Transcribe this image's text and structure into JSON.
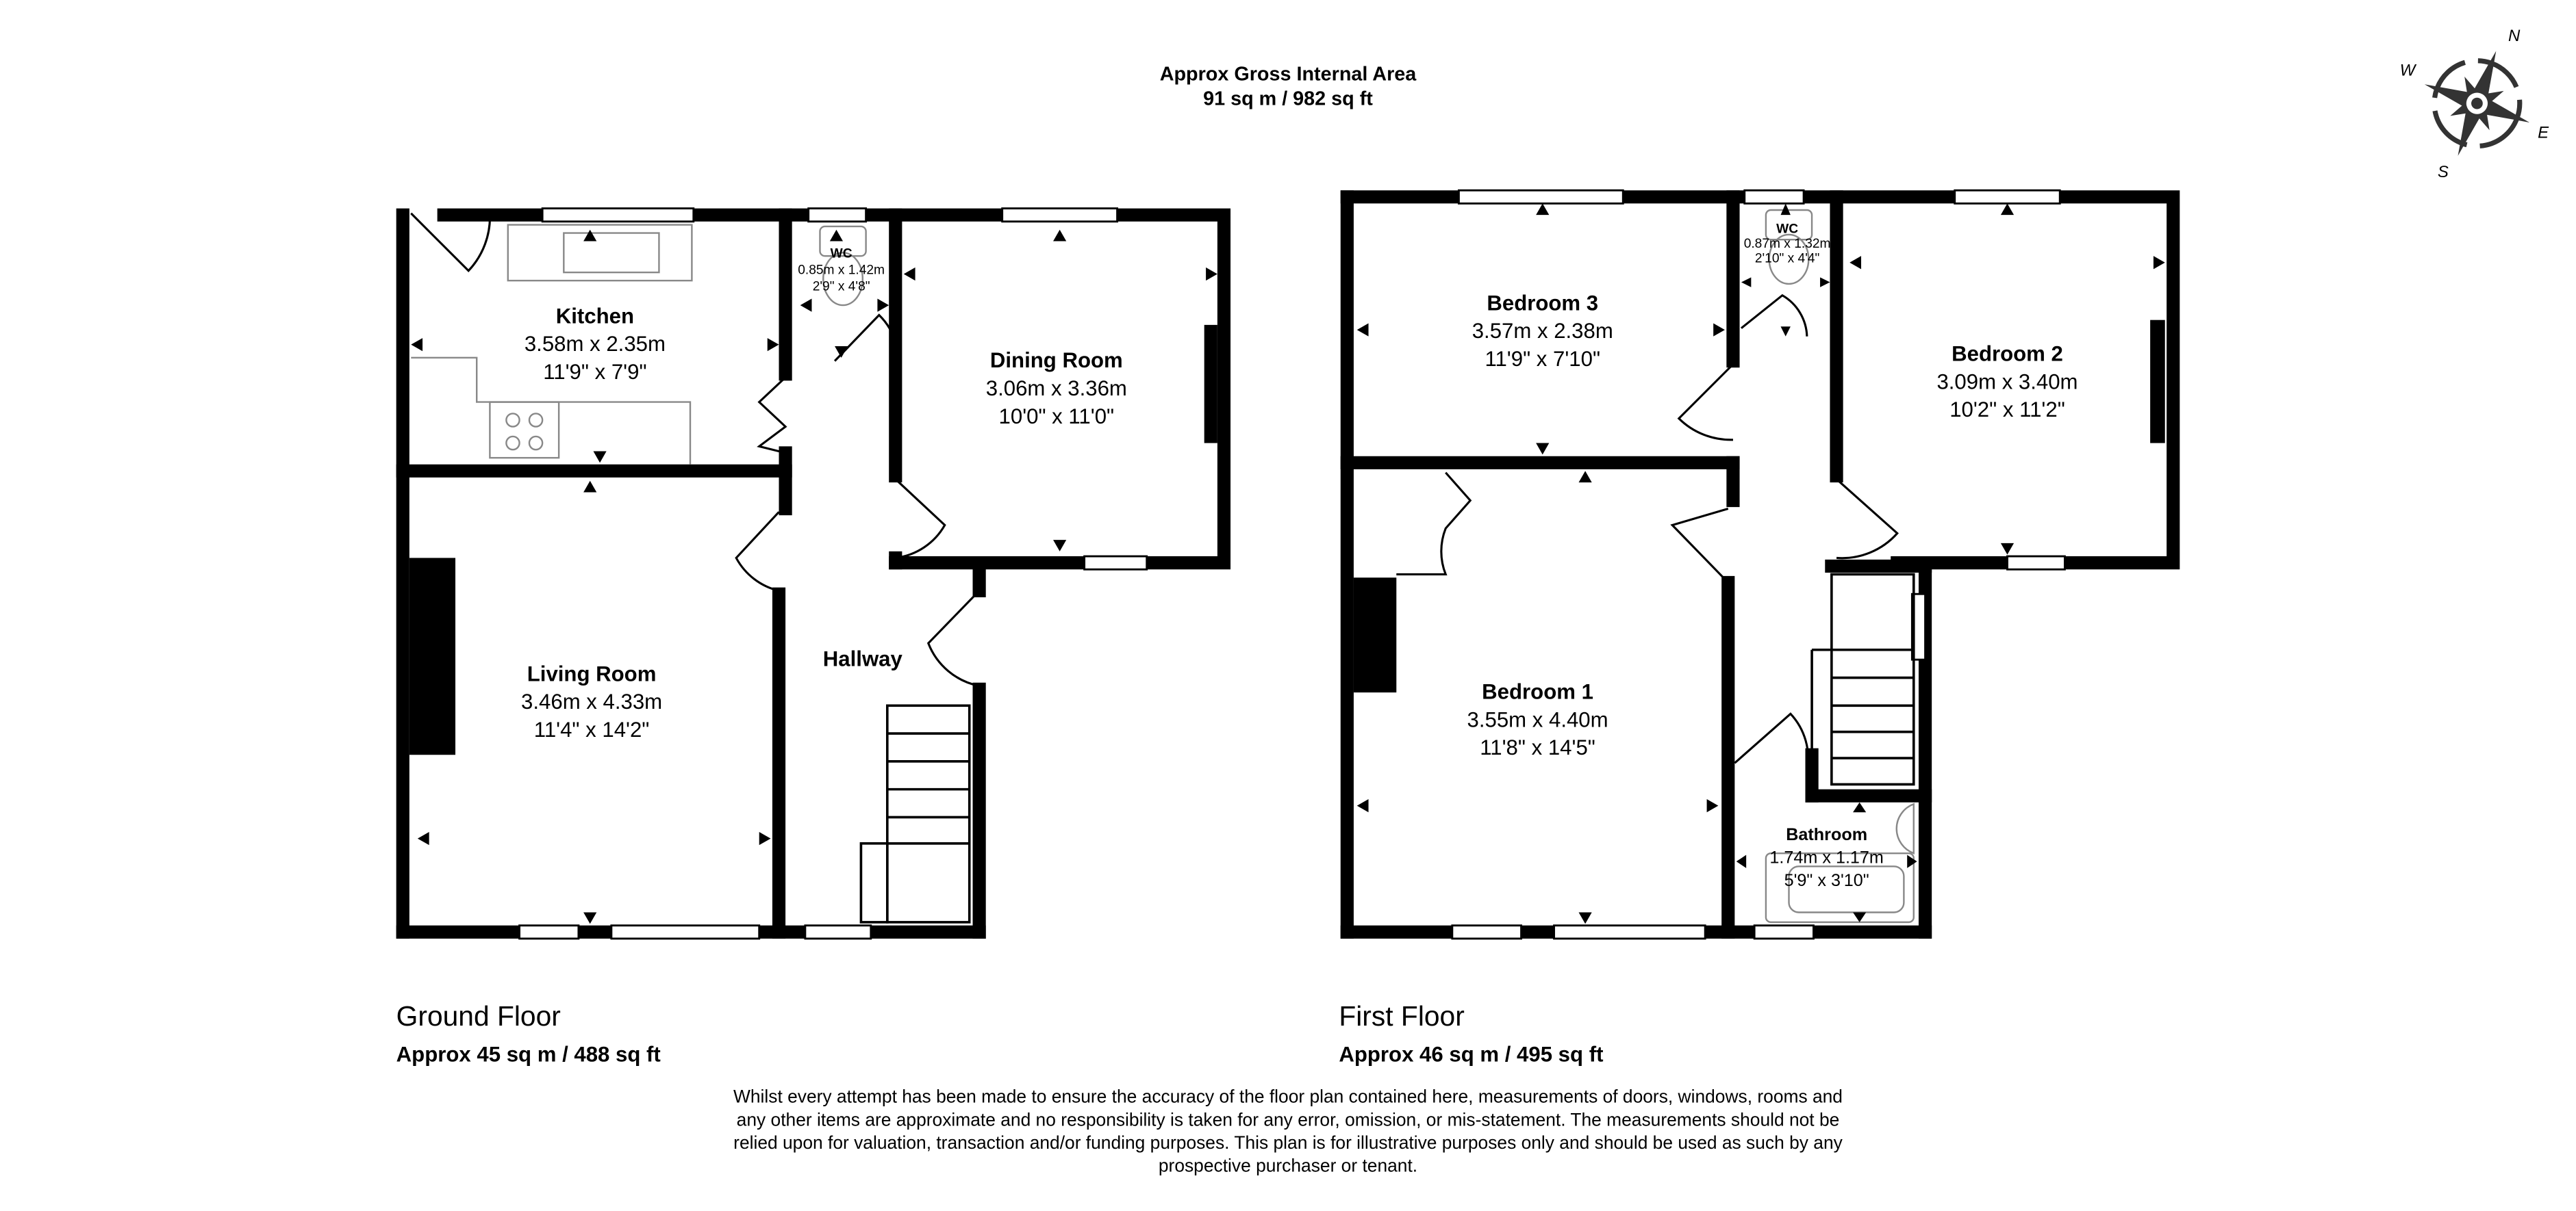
{
  "header": {
    "title": "Approx Gross Internal Area",
    "total": "91 sq m / 982 sq ft"
  },
  "compass": {
    "icon": "compass-rose-icon",
    "n": "N",
    "e": "E",
    "s": "S",
    "w": "W"
  },
  "ground_floor": {
    "label": "Ground Floor",
    "area": "Approx 45 sq m / 488 sq ft",
    "rooms": [
      {
        "name": "Kitchen",
        "metric": "3.58m x 2.35m",
        "imperial": "11'9\" x 7'9\""
      },
      {
        "name": "WC",
        "metric": "0.85m x 1.42m",
        "imperial": "2'9\" x 4'8\""
      },
      {
        "name": "Dining Room",
        "metric": "3.06m x 3.36m",
        "imperial": "10'0\" x 11'0\""
      },
      {
        "name": "Living Room",
        "metric": "3.46m x 4.33m",
        "imperial": "11'4\" x 14'2\""
      },
      {
        "name": "Hallway"
      }
    ]
  },
  "first_floor": {
    "label": "First Floor",
    "area": "Approx 46 sq m / 495 sq ft",
    "rooms": [
      {
        "name": "Bedroom 3",
        "metric": "3.57m x 2.38m",
        "imperial": "11'9\" x 7'10\""
      },
      {
        "name": "WC",
        "metric": "0.87m x 1.32m",
        "imperial": "2'10\" x 4'4\""
      },
      {
        "name": "Bedroom 2",
        "metric": "3.09m x 3.40m",
        "imperial": "10'2\" x 11'2\""
      },
      {
        "name": "Bedroom 1",
        "metric": "3.55m x 4.40m",
        "imperial": "11'8\" x 14'5\""
      },
      {
        "name": "Bathroom",
        "metric": "1.74m x 1.17m",
        "imperial": "5'9\" x 3'10\""
      }
    ]
  },
  "disclaimer": [
    "Whilst every attempt has been made to ensure the accuracy of the floor plan contained here, measurements of doors, windows, rooms and",
    "any other items are approximate and no responsibility is taken for any error, omission, or mis-statement. The measurements should not be",
    "relied upon for valuation, transaction and/or funding purposes. This plan is for illustrative purposes only and should be used as such by any",
    "prospective purchaser or tenant."
  ]
}
